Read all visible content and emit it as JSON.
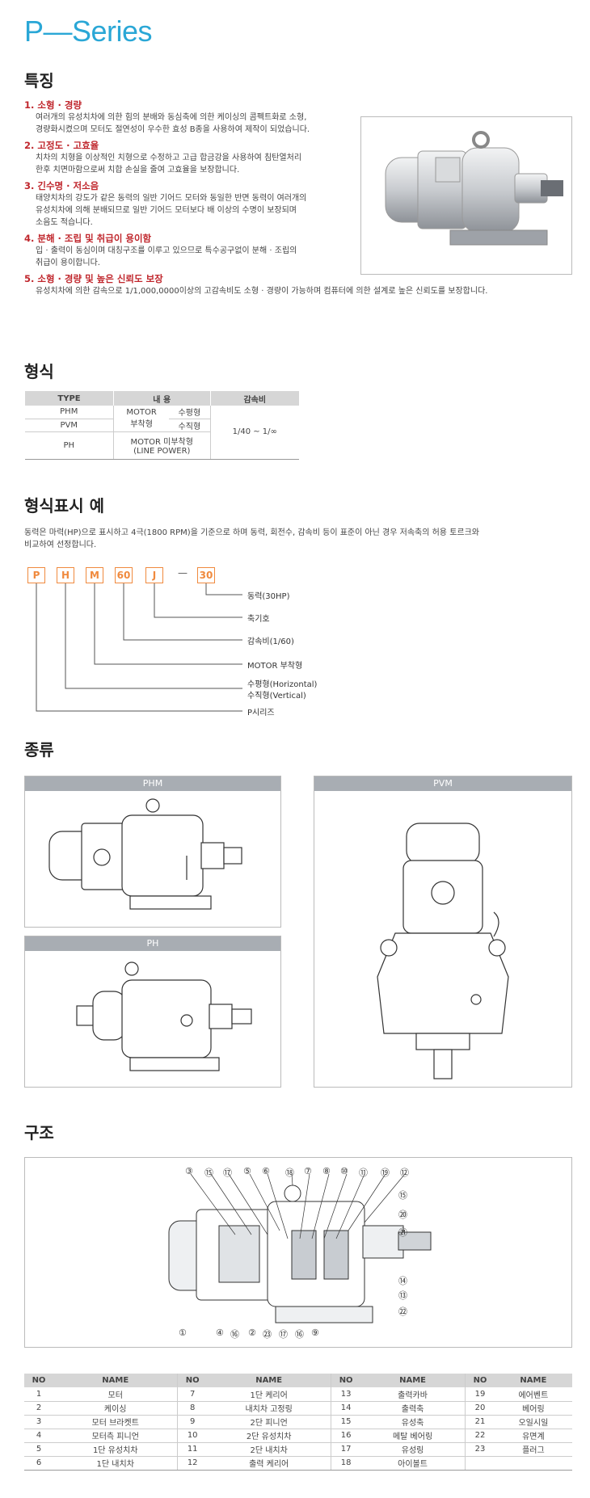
{
  "title": "P—Series",
  "features": {
    "heading": "특징",
    "items": [
      {
        "title": "1. 소형 · 경량",
        "body": [
          "여러개의 유성치차에 의한 힘의 분배와 동심축에 의한 케이싱의 콤펙트화로 소형,",
          "경량화시켰으며 모터도 절연성이 우수한 효성 B종을 사용하여 제작이 되었습니다."
        ]
      },
      {
        "title": "2. 고정도 · 고효율",
        "body": [
          "치차의 치형을 이상적인 치형으로 수정하고 고급 합금강을 사용하여 침탄열처리",
          "한후 치면마함으로써 치합 손실을 줄여 고효율을 보장합니다."
        ]
      },
      {
        "title": "3. 긴수명 · 저소음",
        "body": [
          "태양치차의 강도가 같은 동력의 일반 기어드 모터와 동일한 반면 동력이 여러개의",
          "유성치차에 의해 분배되므로 일반 기어드 모터보다 배 이상의 수명이 보장되며",
          "소음도 적습니다."
        ]
      },
      {
        "title": "4. 분해 · 조립 및 취급이 용이함",
        "body": [
          "입 · 출력이 동심이며 대칭구조를 이루고 있으므로 특수공구없이 분해 · 조립의",
          "취급이 용이합니다."
        ]
      },
      {
        "title": "5. 소형 · 경량 및 높은 신뢰도 보장",
        "body": [
          "유성치차에 의한 감속으로 1/1,000,0000이상의 고감속비도 소형 · 경량이 가능하며 컴퓨터에 의한 설계로 높은 신뢰도를 보장합니다."
        ]
      }
    ]
  },
  "types": {
    "heading": "형식",
    "headers": [
      "TYPE",
      "내 용",
      "감속비"
    ],
    "rows": [
      {
        "type": "PHM",
        "c1": "MOTOR",
        "c2": "수평형"
      },
      {
        "type": "PVM",
        "c1": "부착형",
        "c2": "수직형"
      },
      {
        "type": "PH",
        "c1": "MOTOR 미부착형",
        "c1b": "(LINE POWER)"
      }
    ],
    "ratio": "1/40 ~ 1/∞"
  },
  "example": {
    "heading": "형식표시 예",
    "desc": [
      "동력은 마력(HP)으로 표시하고 4극(1800 RPM)을 기준으로 하며 동력, 회전수, 감속비 등이 표준이 아닌 경우 저속축의 허용 토르크와",
      "비교하여 선정합니다."
    ],
    "codes": [
      "P",
      "H",
      "M",
      "60",
      "J",
      "30"
    ],
    "dash": "—",
    "labels": [
      "동력(30HP)",
      "축기호",
      "감속비(1/60)",
      "MOTOR 부착형",
      "수평형(Horizontal)",
      "수직형(Vertical)",
      "P시리즈"
    ]
  },
  "kinds": {
    "heading": "종류",
    "phm": "PHM",
    "ph": "PH",
    "pvm": "PVM"
  },
  "structure": {
    "heading": "구조",
    "top_numbers": [
      "③",
      "⑮",
      "⑰",
      "⑤",
      "⑥",
      "⑱",
      "⑦",
      "⑧",
      "⑩",
      "⑪",
      "⑲",
      "⑫"
    ],
    "right_numbers": [
      "⑮",
      "⑳",
      "㉑",
      "⑭",
      "⑬",
      "㉒"
    ],
    "bottom_numbers": [
      "①",
      "④",
      "⑯",
      "②",
      "㉓",
      "⑰",
      "⑯",
      "⑨"
    ]
  },
  "parts": {
    "headers": [
      "NO",
      "NAME",
      "NO",
      "NAME",
      "NO",
      "NAME",
      "NO",
      "NAME"
    ],
    "rows": [
      [
        "1",
        "모터",
        "7",
        "1단 케리어",
        "13",
        "출력카바",
        "19",
        "에어벤트"
      ],
      [
        "2",
        "케이싱",
        "8",
        "내치차 고정링",
        "14",
        "출력축",
        "20",
        "베어링"
      ],
      [
        "3",
        "모터 브라켓트",
        "9",
        "2단 피니언",
        "15",
        "유성축",
        "21",
        "오일시일"
      ],
      [
        "4",
        "모터측 피니언",
        "10",
        "2단 유성치차",
        "16",
        "메탈 베어링",
        "22",
        "유면계"
      ],
      [
        "5",
        "1단 유성치차",
        "11",
        "2단 내치차",
        "17",
        "유성링",
        "23",
        "플러그"
      ],
      [
        "6",
        "1단 내치차",
        "12",
        "출력 케리어",
        "18",
        "아이볼트",
        "",
        ""
      ]
    ]
  }
}
